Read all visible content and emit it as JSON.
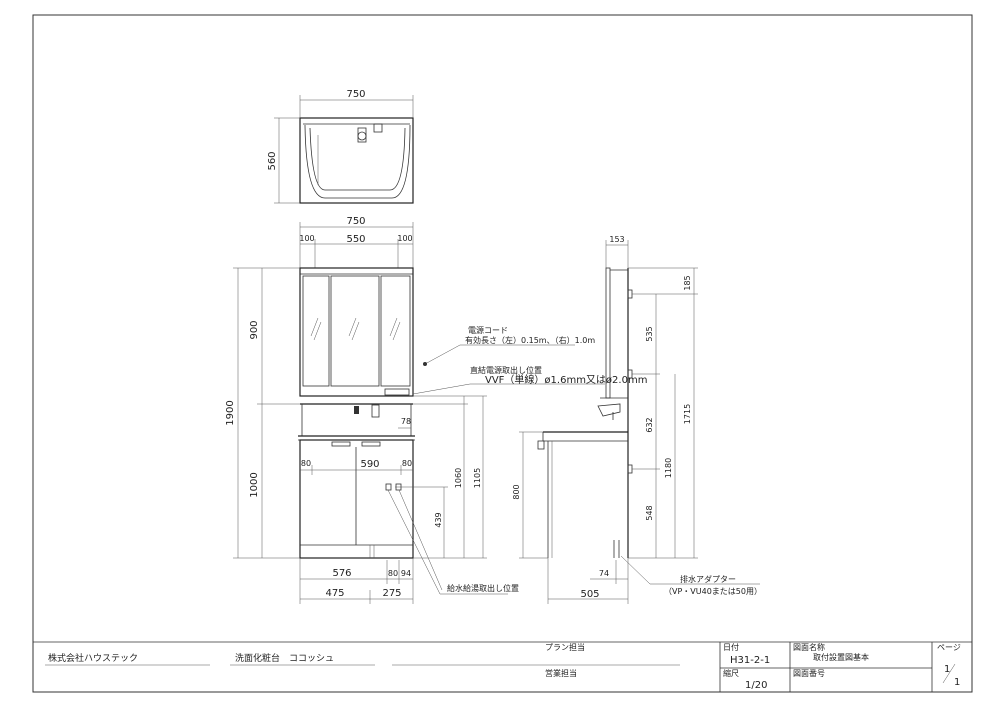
{
  "top_view": {
    "width": "750",
    "depth": "560"
  },
  "front_view": {
    "total_width": "750",
    "seg_left": "100",
    "seg_mid": "550",
    "seg_right": "100",
    "h_900": "900",
    "h_1900": "1900",
    "h_1000": "1000",
    "w80_left": "80",
    "w590": "590",
    "w80_right": "80",
    "d78": "78",
    "h1060": "1060",
    "h1105": "1105",
    "h439": "439",
    "b576": "576",
    "b80": "80",
    "b94": "94",
    "b475": "475",
    "b275": "275"
  },
  "side_view": {
    "d153": "153",
    "h185": "185",
    "h535": "535",
    "h1715": "1715",
    "h632": "632",
    "h1180": "1180",
    "h548": "548",
    "h800": "800",
    "d74": "74",
    "d505": "505"
  },
  "annotations": {
    "cord_title": "電源コード",
    "cord_len": "有効長さ（左）0.15m、（右）1.0m",
    "direct_power": "直結電源取出し位置",
    "vvf": "VVF（単線）ø1.6mm又はø2.0mm",
    "water_pos": "給水給湯取出し位置",
    "drain_adapter": "排水アダプター",
    "drain_spec": "（VP・VU40または50用）"
  },
  "title_block": {
    "company": "株式会社ハウステック",
    "product": "洗面化粧台　ココッシュ",
    "plan_label": "プラン担当",
    "sales_label": "営業担当",
    "date_label": "日付",
    "date": "H31-2-1",
    "scale_label": "縮尺",
    "scale": "1/20",
    "drawing_name_label": "図面名称",
    "drawing_name": "取付設置図基本",
    "drawing_no_label": "図面番号",
    "page_label": "ページ",
    "page_num": "1",
    "page_total": "1"
  }
}
